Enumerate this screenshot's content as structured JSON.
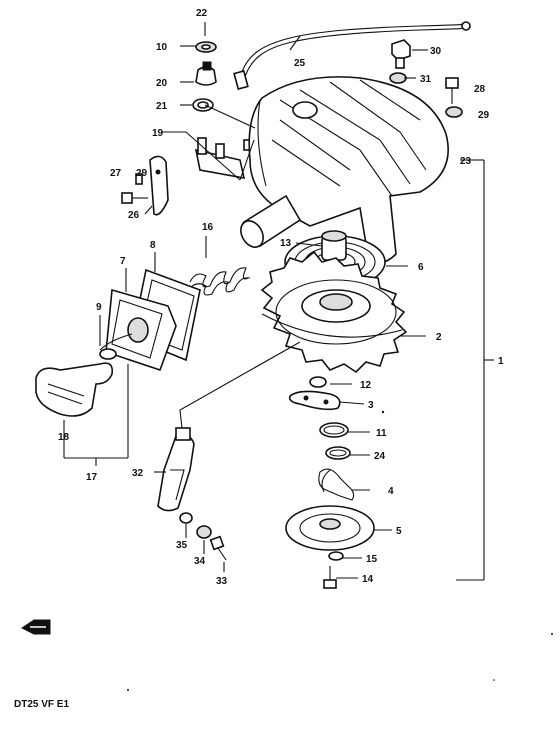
{
  "diagram": {
    "callouts": [
      {
        "id": "22",
        "label": "22"
      },
      {
        "id": "10",
        "label": "10"
      },
      {
        "id": "20",
        "label": "20"
      },
      {
        "id": "21",
        "label": "21"
      },
      {
        "id": "19",
        "label": "19"
      },
      {
        "id": "27",
        "label": "27"
      },
      {
        "id": "29a",
        "label": "29"
      },
      {
        "id": "26",
        "label": "26"
      },
      {
        "id": "25",
        "label": "25"
      },
      {
        "id": "30",
        "label": "30"
      },
      {
        "id": "31",
        "label": "31"
      },
      {
        "id": "28",
        "label": "28"
      },
      {
        "id": "29b",
        "label": "29"
      },
      {
        "id": "23",
        "label": "23"
      },
      {
        "id": "16",
        "label": "16"
      },
      {
        "id": "8",
        "label": "8"
      },
      {
        "id": "7",
        "label": "7"
      },
      {
        "id": "13",
        "label": "13"
      },
      {
        "id": "6",
        "label": "6"
      },
      {
        "id": "9",
        "label": "9"
      },
      {
        "id": "2",
        "label": "2"
      },
      {
        "id": "1",
        "label": "1"
      },
      {
        "id": "12",
        "label": "12"
      },
      {
        "id": "3",
        "label": "3"
      },
      {
        "id": "18",
        "label": "18"
      },
      {
        "id": "11",
        "label": "11"
      },
      {
        "id": "24",
        "label": "24"
      },
      {
        "id": "17",
        "label": "17"
      },
      {
        "id": "32",
        "label": "32"
      },
      {
        "id": "4",
        "label": "4"
      },
      {
        "id": "5",
        "label": "5"
      },
      {
        "id": "35",
        "label": "35"
      },
      {
        "id": "15",
        "label": "15"
      },
      {
        "id": "34",
        "label": "34"
      },
      {
        "id": "14",
        "label": "14"
      },
      {
        "id": "33",
        "label": "33"
      }
    ],
    "footer_code": "DT25 VF E1"
  }
}
